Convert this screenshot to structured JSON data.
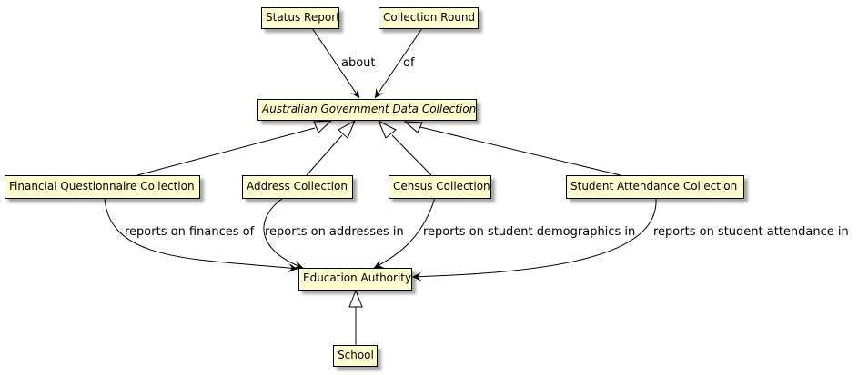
{
  "nodes": {
    "status_report": "Status Report",
    "collection_round": "Collection Round",
    "agdc": "Australian Government Data Collection",
    "financial": "Financial Questionnaire Collection",
    "address": "Address Collection",
    "census": "Census Collection",
    "attendance": "Student Attendance Collection",
    "education_authority": "Education Authority",
    "school": "School"
  },
  "edges": {
    "about": "about",
    "of": "of",
    "finances": "reports on finances of",
    "addresses": "reports on addresses in",
    "demographics": "reports on student demographics in",
    "attendance": "reports on student attendance in"
  }
}
